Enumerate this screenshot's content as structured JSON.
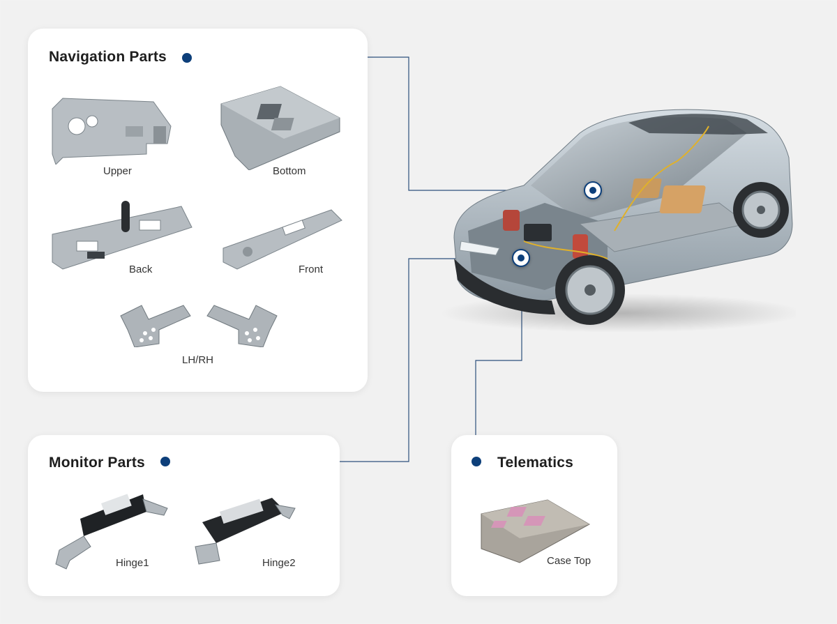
{
  "navigation": {
    "title": "Navigation Parts",
    "parts": [
      {
        "label": "Upper"
      },
      {
        "label": "Bottom"
      },
      {
        "label": "Back"
      },
      {
        "label": "Front"
      },
      {
        "label": "LH/RH"
      }
    ]
  },
  "monitor": {
    "title": "Monitor Parts",
    "parts": [
      {
        "label": "Hinge1"
      },
      {
        "label": "Hinge2"
      }
    ]
  },
  "telematics": {
    "title": "Telematics",
    "parts": [
      {
        "label": "Case Top"
      }
    ]
  },
  "colors": {
    "accent": "#0d3f7a",
    "card_background": "#ffffff",
    "page_background": "#f1f1f1",
    "connector_line": "#2c4f7c"
  }
}
